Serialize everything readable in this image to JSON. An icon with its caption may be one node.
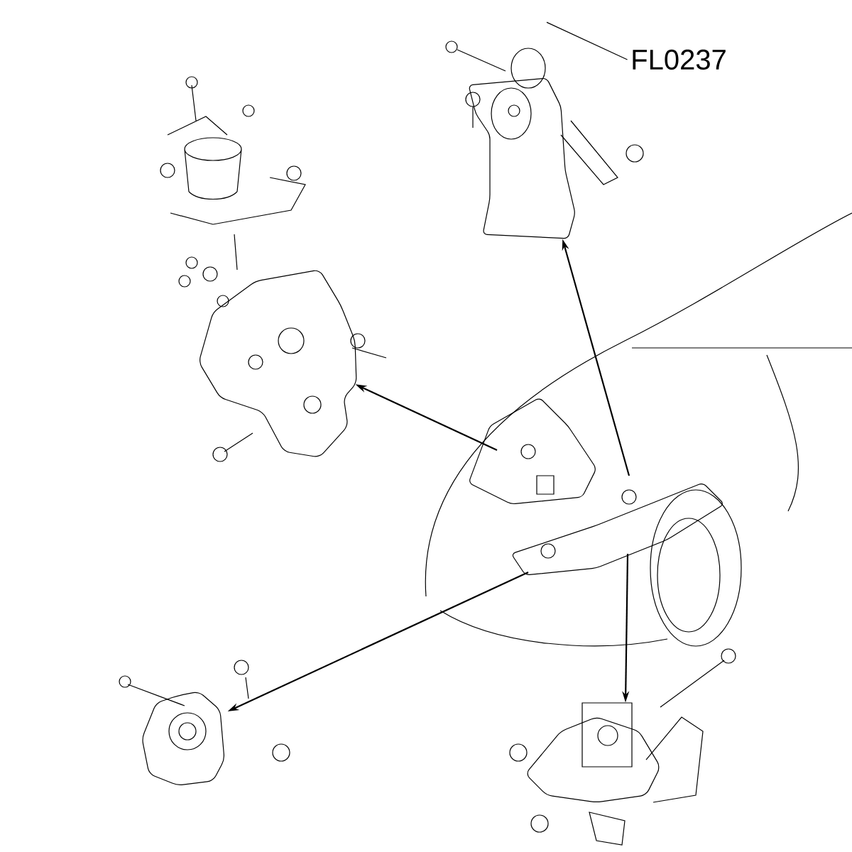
{
  "diagram": {
    "nodes": [
      {
        "text": [
          "FL0237"
        ]
      },
      {
        "text": [],
        "shape": "picture"
      },
      {
        "text": [],
        "shape": "picture"
      },
      {
        "text": [],
        "shape": "picture"
      },
      {
        "text": [],
        "shape": "picture"
      },
      {
        "text": [],
        "shape": "picture"
      }
    ],
    "edges": [
      {
        "from": 0,
        "to": 1,
        "arrow": "none"
      },
      {
        "from": 3,
        "to": 1,
        "arrow": "to"
      },
      {
        "from": 3,
        "to": 2,
        "arrow": "to"
      },
      {
        "from": 3,
        "to": 4,
        "arrow": "to"
      },
      {
        "from": 3,
        "to": 5,
        "arrow": "to"
      }
    ]
  }
}
